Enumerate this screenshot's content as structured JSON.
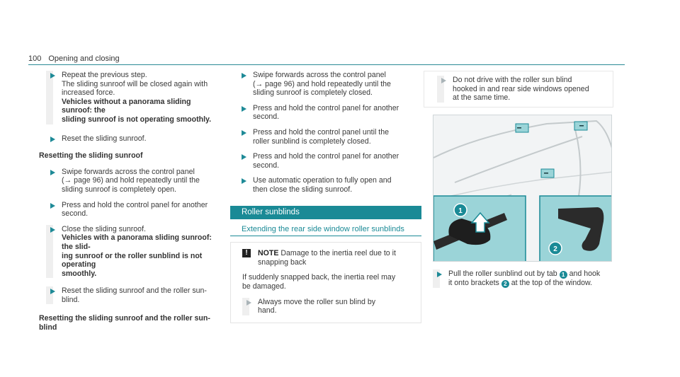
{
  "header": {
    "page_number": "100",
    "section": "Opening and closing"
  },
  "col1": {
    "step1_line1": "Repeat the previous step.",
    "step1_line2": "The sliding sunroof will be closed again with",
    "step1_line3": "increased force.",
    "heading1_line1": "Vehicles without a panorama sliding sunroof: the",
    "heading1_line2": "sliding sunroof is not operating smoothly.",
    "step2": "Reset the sliding sunroof.",
    "heading2": "Resetting the sliding sunroof",
    "step3_line1": "Swipe forwards across the control panel",
    "step3_line2": "(→ page 96) and hold repeatedly until the",
    "step3_line3": "sliding sunroof is completely open.",
    "step4_line1": "Press and hold the control panel for another",
    "step4_line2": "second.",
    "step5": "Close the sliding sunroof.",
    "heading3_line1": "Vehicles with a panorama sliding sunroof: the slid-",
    "heading3_line2": "ing sunroof or the roller sunblind is not operating",
    "heading3_line3": "smoothly.",
    "step6_line1": "Reset the sliding sunroof and the roller sun-",
    "step6_line2": "blind.",
    "heading4_line1": "Resetting the sliding sunroof and the roller sun-",
    "heading4_line2": "blind"
  },
  "col2": {
    "step1_line1": "Swipe forwards across the control panel",
    "step1_line2": "(→ page 96) and hold repeatedly until the",
    "step1_line3": "sliding sunroof is completely closed.",
    "step2_line1": "Press and hold the control panel for another",
    "step2_line2": "second.",
    "step3_line1": "Press and hold the control panel until the",
    "step3_line2": "roller sunblind is completely closed.",
    "step4_line1": "Press and hold the control panel for another",
    "step4_line2": "second.",
    "step5_line1": "Use automatic operation to fully open and",
    "step5_line2": "then close the sliding sunroof.",
    "section_title": "Roller sunblinds",
    "subtitle": "Extending the rear side window roller sunblinds",
    "note": {
      "icon": "!",
      "label": "NOTE",
      "line1": "Damage to the inertia reel due to it",
      "line2": "snapping back",
      "body_line1": "If suddenly snapped back, the inertia reel may",
      "body_line2": "be damaged.",
      "step_line1": "Always move the roller sun blind by",
      "step_line2": "hand."
    }
  },
  "col3": {
    "warn_line1": "Do not drive with the roller sun blind",
    "warn_line2": "hooked in and rear side windows opened",
    "warn_line3": "at the same time.",
    "caption_a": "Pull the roller sunblind out by tab",
    "caption_num1": "1",
    "caption_b": "and hook",
    "caption_c": "it onto brackets",
    "caption_num2": "2",
    "caption_d": "at the top of the window."
  },
  "figure": {
    "callout1": "1",
    "callout2": "2"
  },
  "colors": {
    "accent": "#1a8a96",
    "text": "#3a3a3a",
    "inset_bg": "#9bd4d8"
  }
}
